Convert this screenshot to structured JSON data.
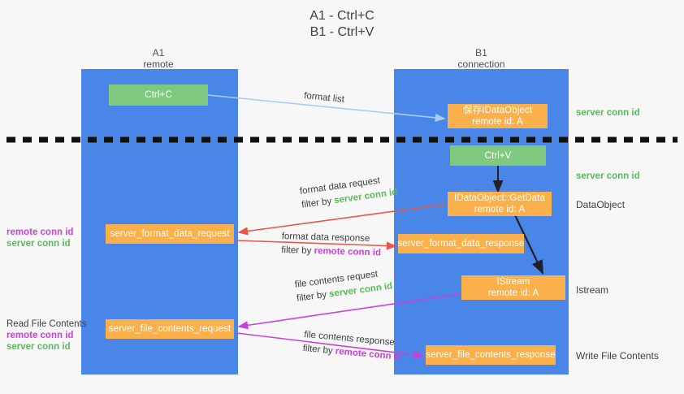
{
  "title": "A1 - Ctrl+C\nB1 - Ctrl+V",
  "lanes": [
    {
      "name": "a1",
      "header": "A1\nremote"
    },
    {
      "name": "b1",
      "header": "B1\nconnection"
    }
  ],
  "colors": {
    "lane": "#4a86e8",
    "green_box": "#7fc97f",
    "orange_box": "#fbb04b",
    "server_conn_id": "#5cb85c",
    "remote_conn_id": "#c742d8",
    "arrow_light_blue": "#a9cdf0",
    "arrow_red": "#e8584a",
    "arrow_magenta": "#c742d8",
    "arrow_black": "#202124",
    "background": "#f7f7f7"
  },
  "boxes": {
    "ctrl_c": {
      "line1": "Ctrl+C",
      "line2": ""
    },
    "save_idataobject": {
      "line1": "保存IDataObject",
      "line2": "remote id: A"
    },
    "ctrl_v": {
      "line1": "Ctrl+V",
      "line2": ""
    },
    "getdata": {
      "line1": "IDataObject::GetData",
      "line2": "remote id: A"
    },
    "server_format_data_request": {
      "line1": "server_format_data_request",
      "line2": ""
    },
    "server_format_data_response": {
      "line1": "server_format_data_response",
      "line2": ""
    },
    "istream": {
      "line1": "IStream",
      "line2": "remote id: A"
    },
    "server_file_contents_request": {
      "line1": "server_file_contents_request",
      "line2": ""
    },
    "server_file_contents_response": {
      "line1": "server_file_contents_response",
      "line2": ""
    }
  },
  "right_annotations": [
    {
      "name": "server-conn-id-top",
      "text": "server conn id"
    },
    {
      "name": "server-conn-id-mid",
      "text": "server conn id"
    },
    {
      "name": "dataobject",
      "text": "DataObject"
    },
    {
      "name": "istream",
      "text": "Istream"
    },
    {
      "name": "write-file-contents",
      "text": "Write File Contents"
    }
  ],
  "left_annotations": {
    "format_data": {
      "remote": "remote conn id",
      "server": "server conn id"
    },
    "file_contents": {
      "heading": "Read File Contents",
      "remote": "remote conn id",
      "server": "server conn id"
    }
  },
  "edge_labels": {
    "format_list": {
      "main": "format list",
      "filter_prefix": "",
      "filter_value": ""
    },
    "format_data_request": {
      "main": "format data request",
      "filter_prefix": "filter by ",
      "filter_value": "server conn id"
    },
    "format_data_response": {
      "main": "format data response",
      "filter_prefix": "filter by ",
      "filter_value": "remote conn id"
    },
    "file_contents_request": {
      "main": "file contents request",
      "filter_prefix": "filter by ",
      "filter_value": "server conn id"
    },
    "file_contents_response": {
      "main": "file contents response",
      "filter_prefix": "filter by ",
      "filter_value": "remote conn id"
    }
  }
}
